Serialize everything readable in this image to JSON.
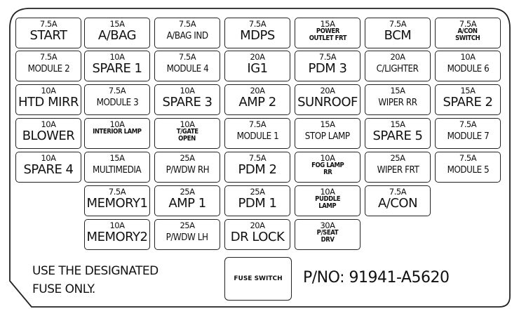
{
  "title": "Fuse box layout",
  "rows": [
    {
      "start_col": 0,
      "fuses": [
        {
          "amp": "7.5A",
          "name": [
            "START"
          ],
          "size": "lg"
        },
        {
          "amp": "15A",
          "name": [
            "A/BAG"
          ],
          "size": "lg"
        },
        {
          "amp": "7.5A",
          "name": [
            "A/BAG IND"
          ],
          "size": "md"
        },
        {
          "amp": "7.5A",
          "name": [
            "MDPS"
          ],
          "size": "lg"
        },
        {
          "amp": "15A",
          "name": [
            "POWER",
            "OUTLET FRT"
          ],
          "size": "sm"
        },
        {
          "amp": "7.5A",
          "name": [
            "BCM"
          ],
          "size": "lg"
        },
        {
          "amp": "7.5A",
          "name": [
            "A/CON",
            "SWITCH"
          ],
          "size": "sm"
        }
      ]
    },
    {
      "start_col": 0,
      "fuses": [
        {
          "amp": "7.5A",
          "name": [
            "MODULE 2"
          ],
          "size": "md"
        },
        {
          "amp": "10A",
          "name": [
            "SPARE 1"
          ],
          "size": "lg"
        },
        {
          "amp": "7.5A",
          "name": [
            "MODULE 4"
          ],
          "size": "md"
        },
        {
          "amp": "20A",
          "name": [
            "IG1"
          ],
          "size": "lg"
        },
        {
          "amp": "7.5A",
          "name": [
            "PDM 3"
          ],
          "size": "lg"
        },
        {
          "amp": "20A",
          "name": [
            "C/LIGHTER"
          ],
          "size": "md"
        },
        {
          "amp": "10A",
          "name": [
            "MODULE 6"
          ],
          "size": "md"
        }
      ]
    },
    {
      "start_col": 0,
      "fuses": [
        {
          "amp": "10A",
          "name": [
            "HTD MIRR"
          ],
          "size": "lg"
        },
        {
          "amp": "7.5A",
          "name": [
            "MODULE 3"
          ],
          "size": "md"
        },
        {
          "amp": "10A",
          "name": [
            "SPARE 3"
          ],
          "size": "lg"
        },
        {
          "amp": "20A",
          "name": [
            "AMP 2"
          ],
          "size": "lg"
        },
        {
          "amp": "20A",
          "name": [
            "SUNROOF"
          ],
          "size": "lg"
        },
        {
          "amp": "15A",
          "name": [
            "WIPER RR"
          ],
          "size": "md"
        },
        {
          "amp": "15A",
          "name": [
            "SPARE 2"
          ],
          "size": "lg"
        }
      ]
    },
    {
      "start_col": 0,
      "fuses": [
        {
          "amp": "10A",
          "name": [
            "BLOWER"
          ],
          "size": "lg"
        },
        {
          "amp": "10A",
          "name": [
            "INTERIOR LAMP"
          ],
          "size": "sm"
        },
        {
          "amp": "10A",
          "name": [
            "T/GATE",
            "OPEN"
          ],
          "size": "sm"
        },
        {
          "amp": "7.5A",
          "name": [
            "MODULE 1"
          ],
          "size": "md"
        },
        {
          "amp": "15A",
          "name": [
            "STOP LAMP"
          ],
          "size": "md"
        },
        {
          "amp": "15A",
          "name": [
            "SPARE 5"
          ],
          "size": "lg"
        },
        {
          "amp": "7.5A",
          "name": [
            "MODULE 7"
          ],
          "size": "md"
        }
      ]
    },
    {
      "start_col": 0,
      "fuses": [
        {
          "amp": "10A",
          "name": [
            "SPARE 4"
          ],
          "size": "lg"
        },
        {
          "amp": "15A",
          "name": [
            "MULTIMEDIA"
          ],
          "size": "md"
        },
        {
          "amp": "25A",
          "name": [
            "P/WDW RH"
          ],
          "size": "md"
        },
        {
          "amp": "7.5A",
          "name": [
            "PDM 2"
          ],
          "size": "lg"
        },
        {
          "amp": "10A",
          "name": [
            "FOG LAMP",
            "RR"
          ],
          "size": "sm"
        },
        {
          "amp": "25A",
          "name": [
            "WIPER FRT"
          ],
          "size": "md"
        },
        {
          "amp": "7.5A",
          "name": [
            "MODULE 5"
          ],
          "size": "md"
        }
      ]
    },
    {
      "start_col": 1,
      "fuses": [
        {
          "amp": "7.5A",
          "name": [
            "MEMORY1"
          ],
          "size": "lg"
        },
        {
          "amp": "25A",
          "name": [
            "AMP 1"
          ],
          "size": "lg"
        },
        {
          "amp": "25A",
          "name": [
            "PDM 1"
          ],
          "size": "lg"
        },
        {
          "amp": "10A",
          "name": [
            "PUDDLE",
            "LAMP"
          ],
          "size": "sm"
        },
        {
          "amp": "7.5A",
          "name": [
            "A/CON"
          ],
          "size": "lg"
        }
      ]
    },
    {
      "start_col": 1,
      "fuses": [
        {
          "amp": "10A",
          "name": [
            "MEMORY2"
          ],
          "size": "lg"
        },
        {
          "amp": "25A",
          "name": [
            "P/WDW LH"
          ],
          "size": "md"
        },
        {
          "amp": "20A",
          "name": [
            "DR LOCK"
          ],
          "size": "lg"
        },
        {
          "amp": "30A",
          "name": [
            "P/SEAT",
            "DRV"
          ],
          "size": "sm"
        }
      ]
    }
  ],
  "notice": {
    "line1": "USE THE DESIGNATED",
    "line2": "FUSE ONLY."
  },
  "fuse_switch": "FUSE SWITCH",
  "part_number": "P/NO: 91941-A5620"
}
